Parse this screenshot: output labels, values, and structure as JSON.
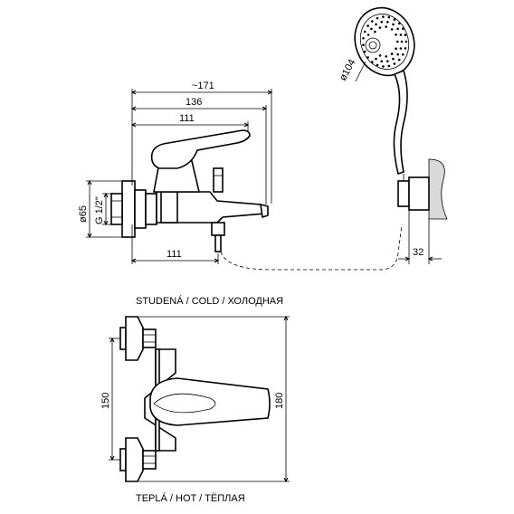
{
  "dimensions": {
    "overall_width": "~171",
    "spout_length": "136",
    "lever_length": "111",
    "height_outlet": "111",
    "diameter_flange": "ø65",
    "thread": "G 1/2\"",
    "shower_diameter": "ø104",
    "holder_offset": "32",
    "distance_150": "150",
    "distance_180": "180"
  },
  "labels": {
    "cold": "STUDENÁ / COLD / ХОЛОДНАЯ",
    "hot": "TEPLÁ / HOT / ТЁПЛАЯ"
  }
}
